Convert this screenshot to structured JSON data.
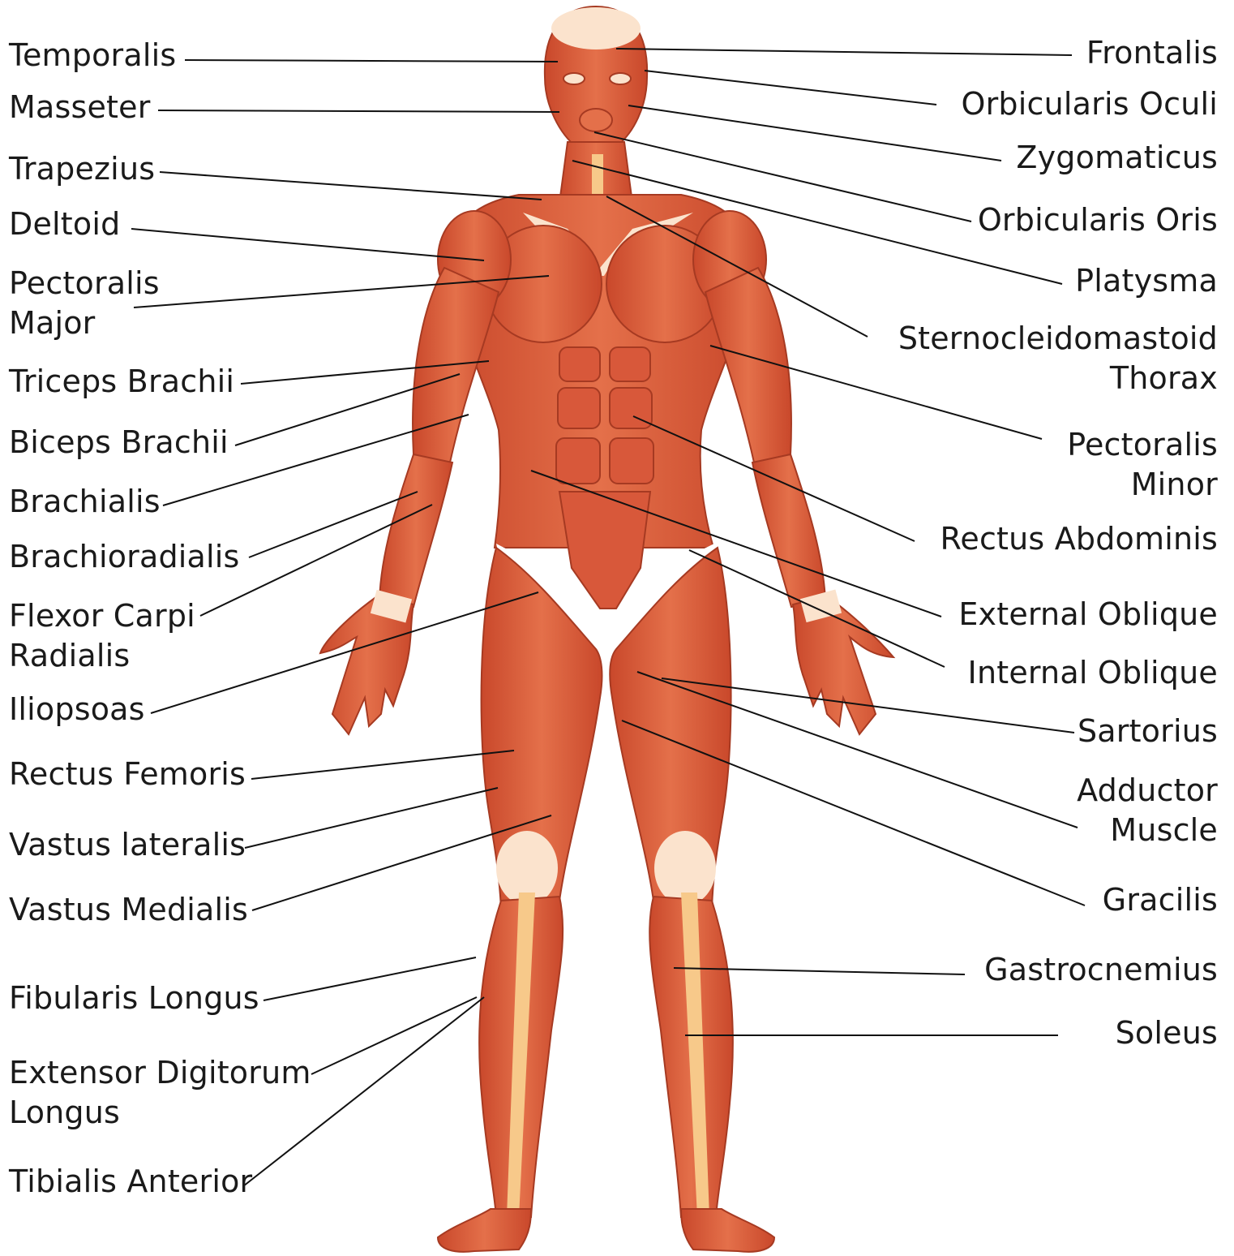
{
  "colors": {
    "muscle": "#dc5f3a",
    "muscle_dark": "#b03a20",
    "muscle_light": "#ee8b62",
    "tendon": "#fbe3cd",
    "bone": "#f7c98a",
    "line": "#111111"
  },
  "labels_left": [
    "Temporalis",
    "Masseter",
    "Trapezius",
    "Deltoid",
    "Pectoralis\nMajor",
    "Triceps Brachii",
    "Biceps Brachii",
    "Brachialis",
    "Brachioradialis",
    "Flexor Carpi\nRadialis",
    "Iliopsoas",
    "Rectus Femoris",
    "Vastus lateralis",
    "Vastus Medialis",
    "Fibularis Longus",
    "Extensor Digitorum\nLongus",
    "Tibialis Anterior"
  ],
  "labels_right": [
    "Frontalis",
    "Orbicularis Oculi",
    "Zygomaticus",
    "Orbicularis Oris",
    "Platysma",
    "Sternocleidomastoid\nThorax",
    "Pectoralis\nMinor",
    "Rectus Abdominis",
    "External Oblique",
    "Internal Oblique",
    "Sartorius",
    "Adductor\nMuscle",
    "Gracilis",
    "Gastrocnemius",
    "Soleus"
  ]
}
